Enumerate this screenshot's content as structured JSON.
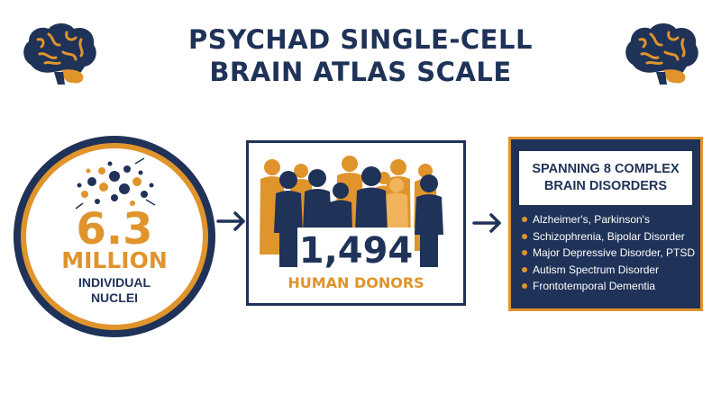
{
  "title": {
    "line1": "PSYCHAD SINGLE-CELL",
    "line2": "BRAIN ATLAS SCALE"
  },
  "icons": {
    "brain": "brain-icon",
    "cells": "cell-cluster-icon",
    "people": "people-group-icon",
    "arrow": "arrow-right-icon",
    "bullet": "bullet-icon"
  },
  "colors": {
    "navy": "#1f3258",
    "orange": "#e0942c",
    "light_orange": "#f0b45c",
    "white": "#ffffff"
  },
  "nuclei": {
    "value": "6.3",
    "unit": "MILLION",
    "label_line1": "INDIVIDUAL",
    "label_line2": "NUCLEI"
  },
  "donors": {
    "value": "1,494",
    "label": "HUMAN DONORS"
  },
  "disorders": {
    "header_line1": "SPANNING 8 COMPLEX",
    "header_line2": "BRAIN DISORDERS",
    "items": [
      "Alzheimer's, Parkinson's",
      "Schizophrenia, Bipolar Disorder",
      "Major Depressive Disorder, PTSD",
      "Autism Spectrum Disorder",
      "Frontotemporal Dementia"
    ]
  }
}
